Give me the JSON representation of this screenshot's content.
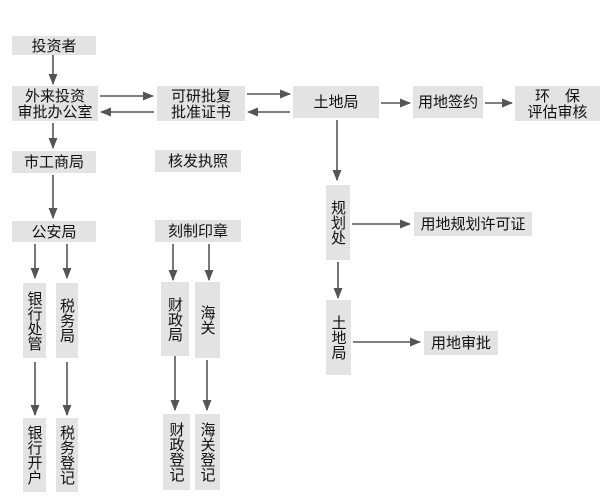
{
  "nodes": {
    "investor": "投资者",
    "foreign_office": "外来投资\n审批办公室",
    "feasibility": "可研批复\n批准证书",
    "land_bureau": "土地局",
    "land_contract": "用地签约",
    "env_review": "环　保\n评估审核",
    "commerce": "市工商局",
    "license": "核发执照",
    "police": "公安局",
    "seal": "刻制印章",
    "bank_mgmt": "银行处管",
    "tax_bureau": "税务局",
    "finance_bureau": "财政局",
    "customs": "海关",
    "bank_open": "银行开户",
    "tax_register": "税务登记",
    "finance_register": "财政登记",
    "customs_register": "海关登记",
    "planning": "规划处",
    "land_permit": "用地规划许可证",
    "land_bureau2": "土地局",
    "land_approval": "用地审批"
  },
  "colors": {
    "box": "#e3e3e3",
    "arrow": "#555555"
  }
}
